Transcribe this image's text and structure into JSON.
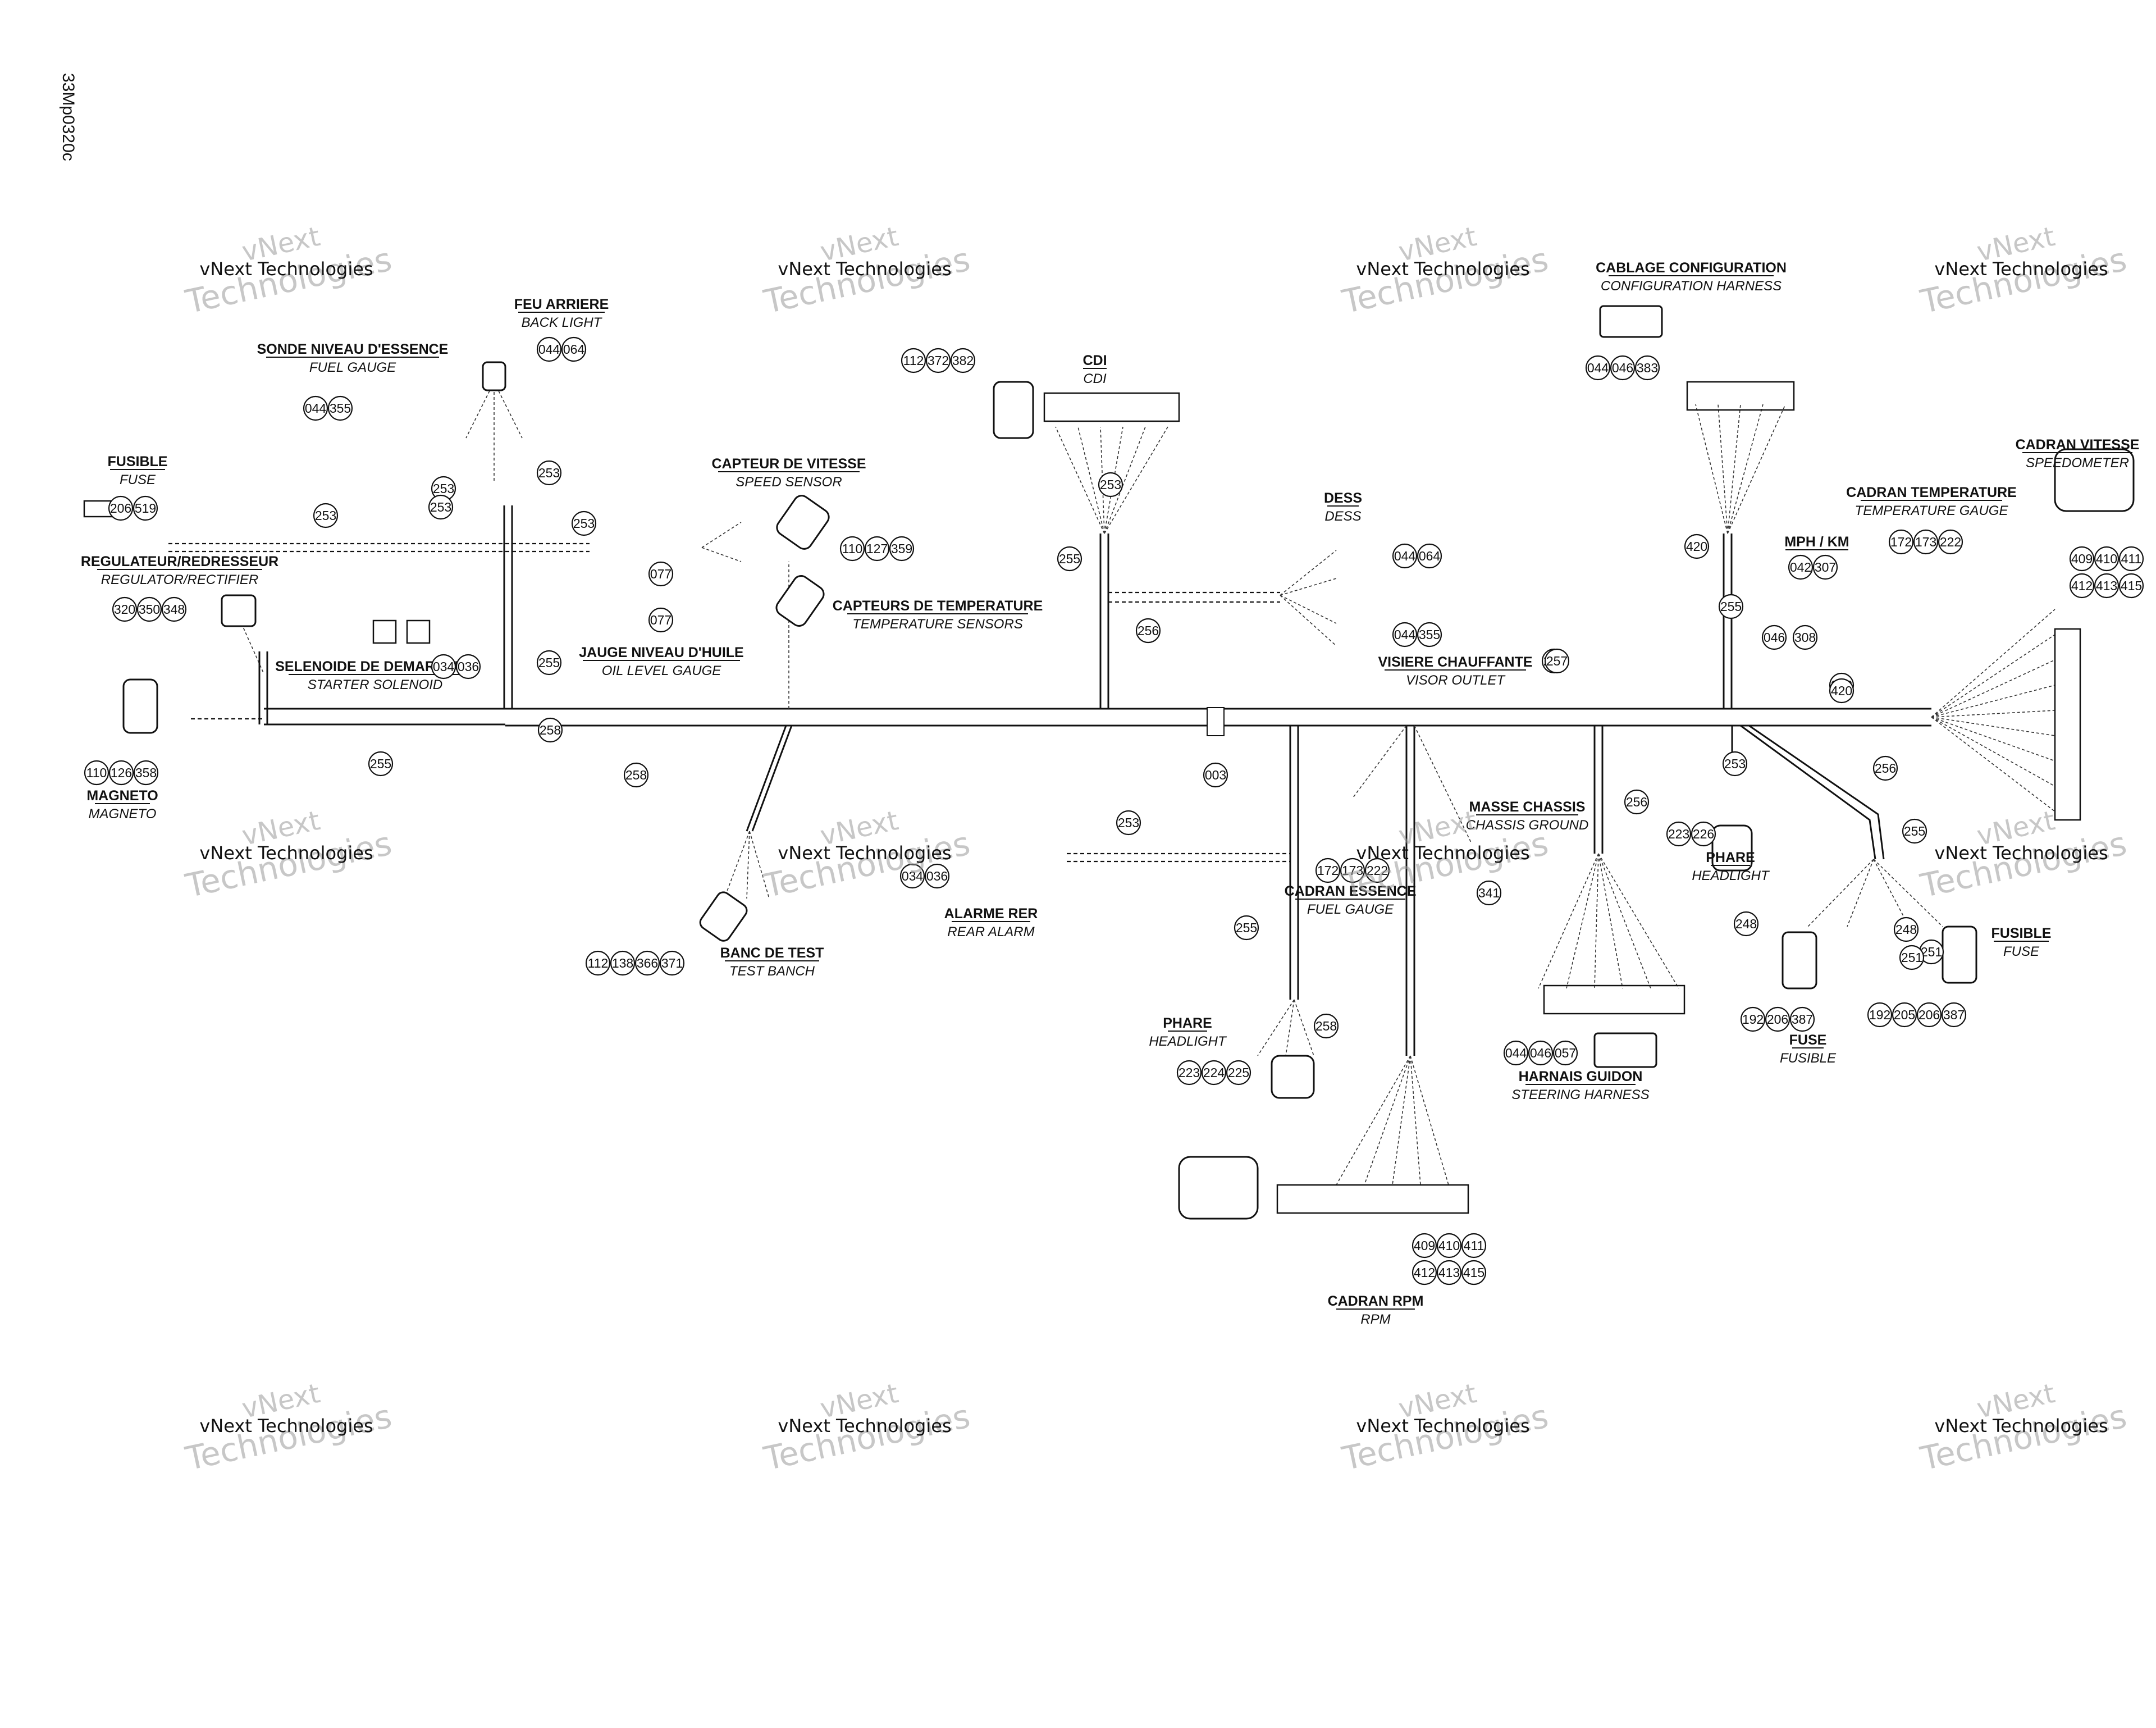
{
  "document_id": "33Mp0320c",
  "watermark": {
    "line1": "vNext",
    "line2": "Technologies",
    "line3": "vNext Technologies"
  },
  "components": [
    {
      "id": "fusible-left",
      "title": "FUSIBLE",
      "subtitle": "FUSE",
      "refs": [
        "206",
        "519"
      ]
    },
    {
      "id": "regulator",
      "title": "REGULATEUR/REDRESSEUR",
      "subtitle": "REGULATOR/RECTIFIER",
      "refs": [
        "320",
        "350",
        "348"
      ]
    },
    {
      "id": "magneto",
      "title": "MAGNETO",
      "subtitle": "MAGNETO",
      "refs": [
        "110",
        "126",
        "358"
      ]
    },
    {
      "id": "sonde",
      "title": "SONDE NIVEAU D'ESSENCE",
      "subtitle": "FUEL GAUGE",
      "refs": [
        "044",
        "355"
      ]
    },
    {
      "id": "feu-arriere",
      "title": "FEU ARRIERE",
      "subtitle": "BACK LIGHT",
      "refs": [
        "044",
        "064"
      ]
    },
    {
      "id": "selenoide",
      "title": "SELENOIDE DE DEMARREUR",
      "subtitle": "STARTER SOLENOID",
      "refs": [
        "034",
        "036"
      ]
    },
    {
      "id": "jauge-huile",
      "title": "JAUGE NIVEAU D'HUILE",
      "subtitle": "OIL LEVEL GAUGE",
      "refs": [
        "077",
        "077"
      ]
    },
    {
      "id": "capteur-vitesse",
      "title": "CAPTEUR DE VITESSE",
      "subtitle": "SPEED SENSOR",
      "refs": [
        "110",
        "127",
        "359"
      ]
    },
    {
      "id": "capteurs-temp",
      "title": "CAPTEURS DE TEMPERATURE",
      "subtitle": "TEMPERATURE SENSORS",
      "refs": []
    },
    {
      "id": "cdi",
      "title": "CDI",
      "subtitle": "CDI",
      "refs": [
        "112",
        "372",
        "382"
      ]
    },
    {
      "id": "dess",
      "title": "DESS",
      "subtitle": "DESS",
      "refs": [
        "044",
        "064"
      ]
    },
    {
      "id": "visiere",
      "title": "VISIERE CHAUFFANTE",
      "subtitle": "VISOR OUTLET",
      "refs": [
        "044",
        "355"
      ]
    },
    {
      "id": "cablage-config",
      "title": "CABLAGE CONFIGURATION",
      "subtitle": "CONFIGURATION HARNESS",
      "refs": [
        "044",
        "046",
        "383"
      ]
    },
    {
      "id": "mph-km",
      "title": "MPH / KM",
      "subtitle": "",
      "refs": [
        "042",
        "307"
      ]
    },
    {
      "id": "cadran-temp",
      "title": "CADRAN TEMPERATURE",
      "subtitle": "TEMPERATURE GAUGE",
      "refs": [
        "172",
        "173",
        "222"
      ]
    },
    {
      "id": "cadran-vitesse",
      "title": "CADRAN VITESSE",
      "subtitle": "SPEEDOMETER",
      "refs": [
        "409",
        "410",
        "411",
        "412",
        "413",
        "415"
      ]
    },
    {
      "id": "banc-test",
      "title": "BANC DE TEST",
      "subtitle": "TEST BANCH",
      "refs": [
        "112",
        "138",
        "366",
        "371"
      ]
    },
    {
      "id": "alarme",
      "title": "ALARME RER",
      "subtitle": "REAR ALARM",
      "refs": [
        "034",
        "036"
      ]
    },
    {
      "id": "cadran-essence",
      "title": "CADRAN ESSENCE",
      "subtitle": "FUEL GAUGE",
      "refs": [
        "172",
        "173",
        "222"
      ]
    },
    {
      "id": "masse",
      "title": "MASSE CHASSIS",
      "subtitle": "CHASSIS GROUND",
      "refs": [
        "341"
      ]
    },
    {
      "id": "phare-center",
      "title": "PHARE",
      "subtitle": "HEADLIGHT",
      "refs": [
        "223",
        "224",
        "225"
      ]
    },
    {
      "id": "harnais-guidon",
      "title": "HARNAIS GUIDON",
      "subtitle": "STEERING HARNESS",
      "refs": [
        "044",
        "046",
        "057"
      ]
    },
    {
      "id": "phare-right",
      "title": "PHARE",
      "subtitle": "HEADLIGHT",
      "refs": [
        "223",
        "226"
      ]
    },
    {
      "id": "fuse-right",
      "title": "FUSE",
      "subtitle": "FUSIBLE",
      "refs": [
        "192",
        "206",
        "387"
      ]
    },
    {
      "id": "fusible-right",
      "title": "FUSIBLE",
      "subtitle": "FUSE",
      "refs": [
        "192",
        "205",
        "206",
        "387"
      ]
    },
    {
      "id": "cadran-rpm",
      "title": "CADRAN RPM",
      "subtitle": "RPM",
      "refs": [
        "409",
        "410",
        "411",
        "412",
        "413",
        "415"
      ]
    }
  ],
  "harness_refs": [
    "253",
    "253",
    "253",
    "253",
    "253",
    "253",
    "253",
    "258",
    "255",
    "255",
    "258",
    "255",
    "256",
    "258",
    "257",
    "003",
    "253",
    "255",
    "258",
    "256",
    "420",
    "255",
    "420",
    "256",
    "255",
    "253",
    "251",
    "248",
    "248",
    "251",
    "308",
    "046"
  ]
}
